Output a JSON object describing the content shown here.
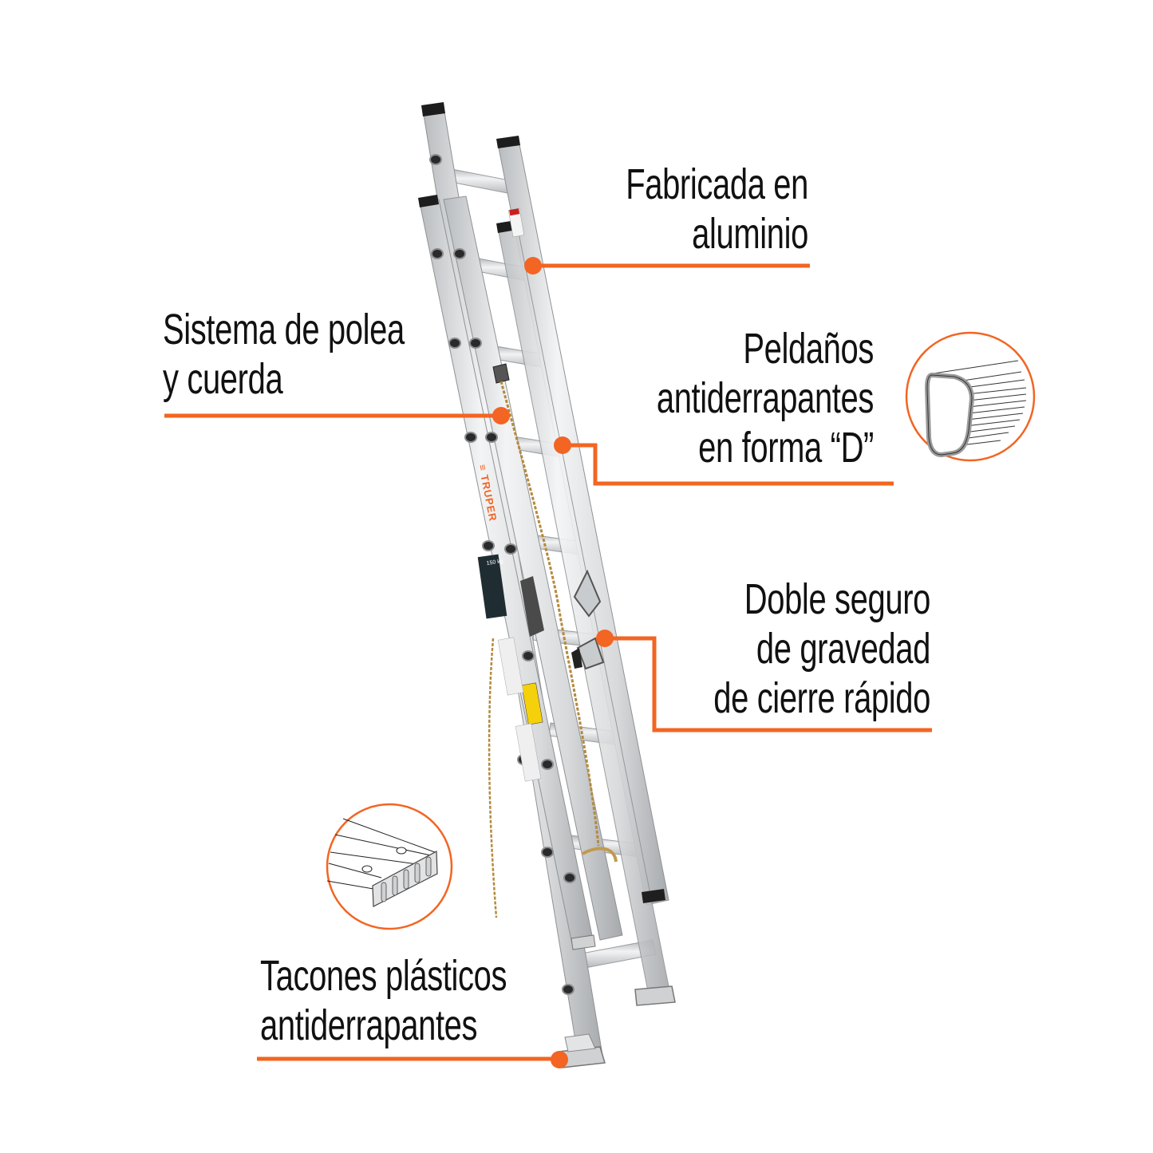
{
  "brand": {
    "name": "TRUPER",
    "accent": "#f26522"
  },
  "product": {
    "type": "extension-ladder",
    "material": "aluminum",
    "label_capacity": "150 kg"
  },
  "callouts": [
    {
      "id": "aluminio",
      "lines": [
        "Fabricada en",
        "aluminio"
      ]
    },
    {
      "id": "polea",
      "lines": [
        "Sistema de polea",
        "y cuerda"
      ]
    },
    {
      "id": "peldanos",
      "lines": [
        "Peldaños",
        "antiderrapantes",
        "en forma “D”"
      ]
    },
    {
      "id": "seguro",
      "lines": [
        "Doble seguro",
        "de gravedad",
        "de cierre rápido"
      ]
    },
    {
      "id": "tacones",
      "lines": [
        "Tacones plásticos",
        "antiderrapantes"
      ]
    }
  ],
  "insets": [
    {
      "id": "d-rung-detail",
      "depicts": "D-shaped rung cross-section"
    },
    {
      "id": "foot-detail",
      "depicts": "plastic anti-slip foot"
    }
  ]
}
